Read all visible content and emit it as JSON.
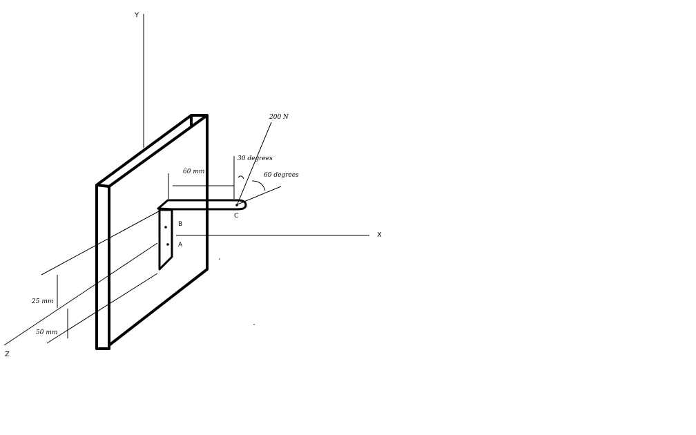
{
  "axes": {
    "y_label": "Y",
    "x_label": "X",
    "z_label": "Z"
  },
  "points": {
    "a": "A",
    "b": "B",
    "c": "C"
  },
  "force": {
    "label": "200 N",
    "angle_vertical": "30 degrees",
    "angle_horizontal": "60 degrees"
  },
  "dimensions": {
    "length_60": "60 mm",
    "offset_25": "25 mm",
    "offset_50": "50 mm"
  },
  "colors": {
    "ink": "#000000",
    "background": "#ffffff"
  }
}
